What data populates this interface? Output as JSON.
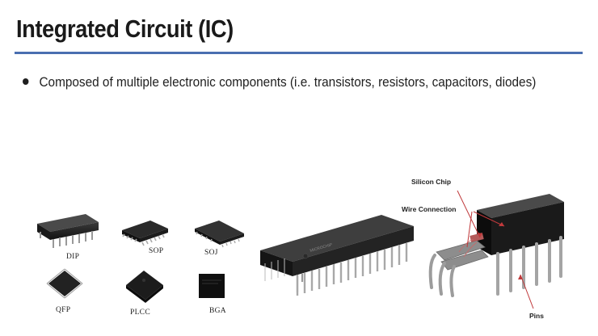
{
  "slide": {
    "title": "Integrated Circuit (IC)",
    "accent_color": "#4a6fb0",
    "bullets": [
      "Composed of multiple electronic components (i.e. transistors, resistors, capacitors, diodes)"
    ]
  },
  "packages": {
    "labels": [
      "DIP",
      "SOP",
      "SOJ",
      "QFP",
      "PLCC",
      "BGA"
    ]
  },
  "chip_logo_text": "MICROCHIP",
  "cutaway": {
    "callouts": [
      "Silicon Chip",
      "Wire Connection",
      "Pins"
    ]
  }
}
